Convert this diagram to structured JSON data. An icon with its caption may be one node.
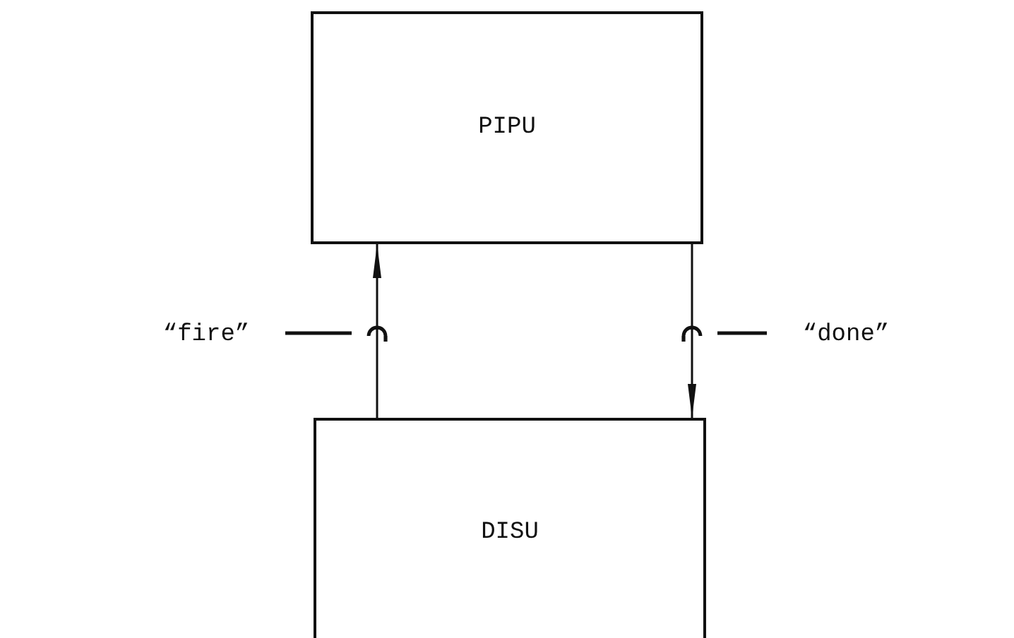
{
  "diagram": {
    "nodes": [
      {
        "text": [
          "PIPU"
        ]
      },
      {
        "text": [
          "DISU"
        ]
      },
      {
        "text": [
          "“fire”"
        ]
      },
      {
        "text": [],
        "shape": "arc"
      },
      {
        "text": [],
        "shape": "arc"
      },
      {
        "text": [
          "“done”"
        ]
      }
    ],
    "edges": [
      {
        "from": 1,
        "to": 0,
        "arrow": "to"
      },
      {
        "from": 0,
        "to": 1,
        "arrow": "to"
      },
      {
        "from": 2,
        "to": 3,
        "arrow": "none"
      },
      {
        "from": 5,
        "to": 4,
        "arrow": "none"
      }
    ]
  }
}
